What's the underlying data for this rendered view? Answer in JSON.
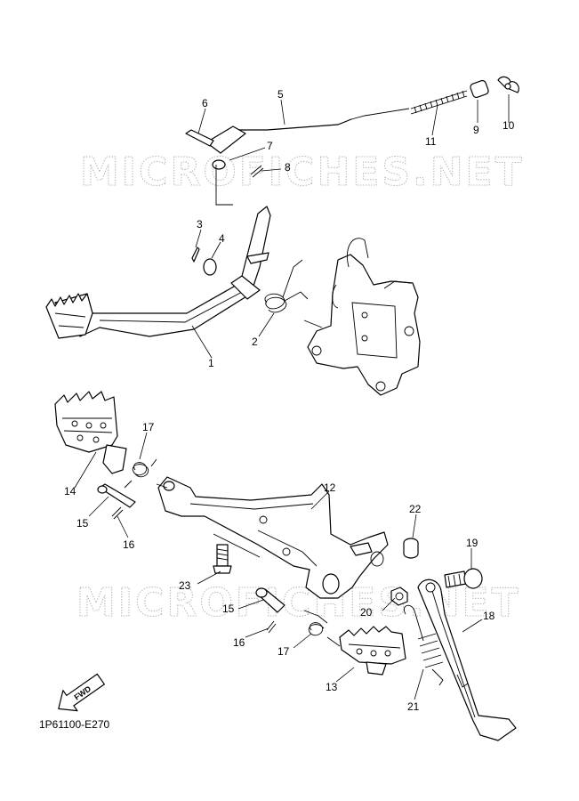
{
  "watermark": "MICROFICHES.NET",
  "drawing_code": "1P61100-E270",
  "fwd_label": "FWD",
  "callouts": {
    "c1": "1",
    "c2": "2",
    "c3": "3",
    "c4": "4",
    "c5": "5",
    "c6": "6",
    "c7": "7",
    "c8": "8",
    "c9": "9",
    "c10": "10",
    "c11": "11",
    "c12": "12",
    "c13": "13",
    "c14": "14",
    "c15a": "15",
    "c15b": "15",
    "c16a": "16",
    "c16b": "16",
    "c17a": "17",
    "c17b": "17",
    "c18": "18",
    "c19": "19",
    "c20": "20",
    "c21": "21",
    "c22": "22",
    "c23": "23"
  }
}
